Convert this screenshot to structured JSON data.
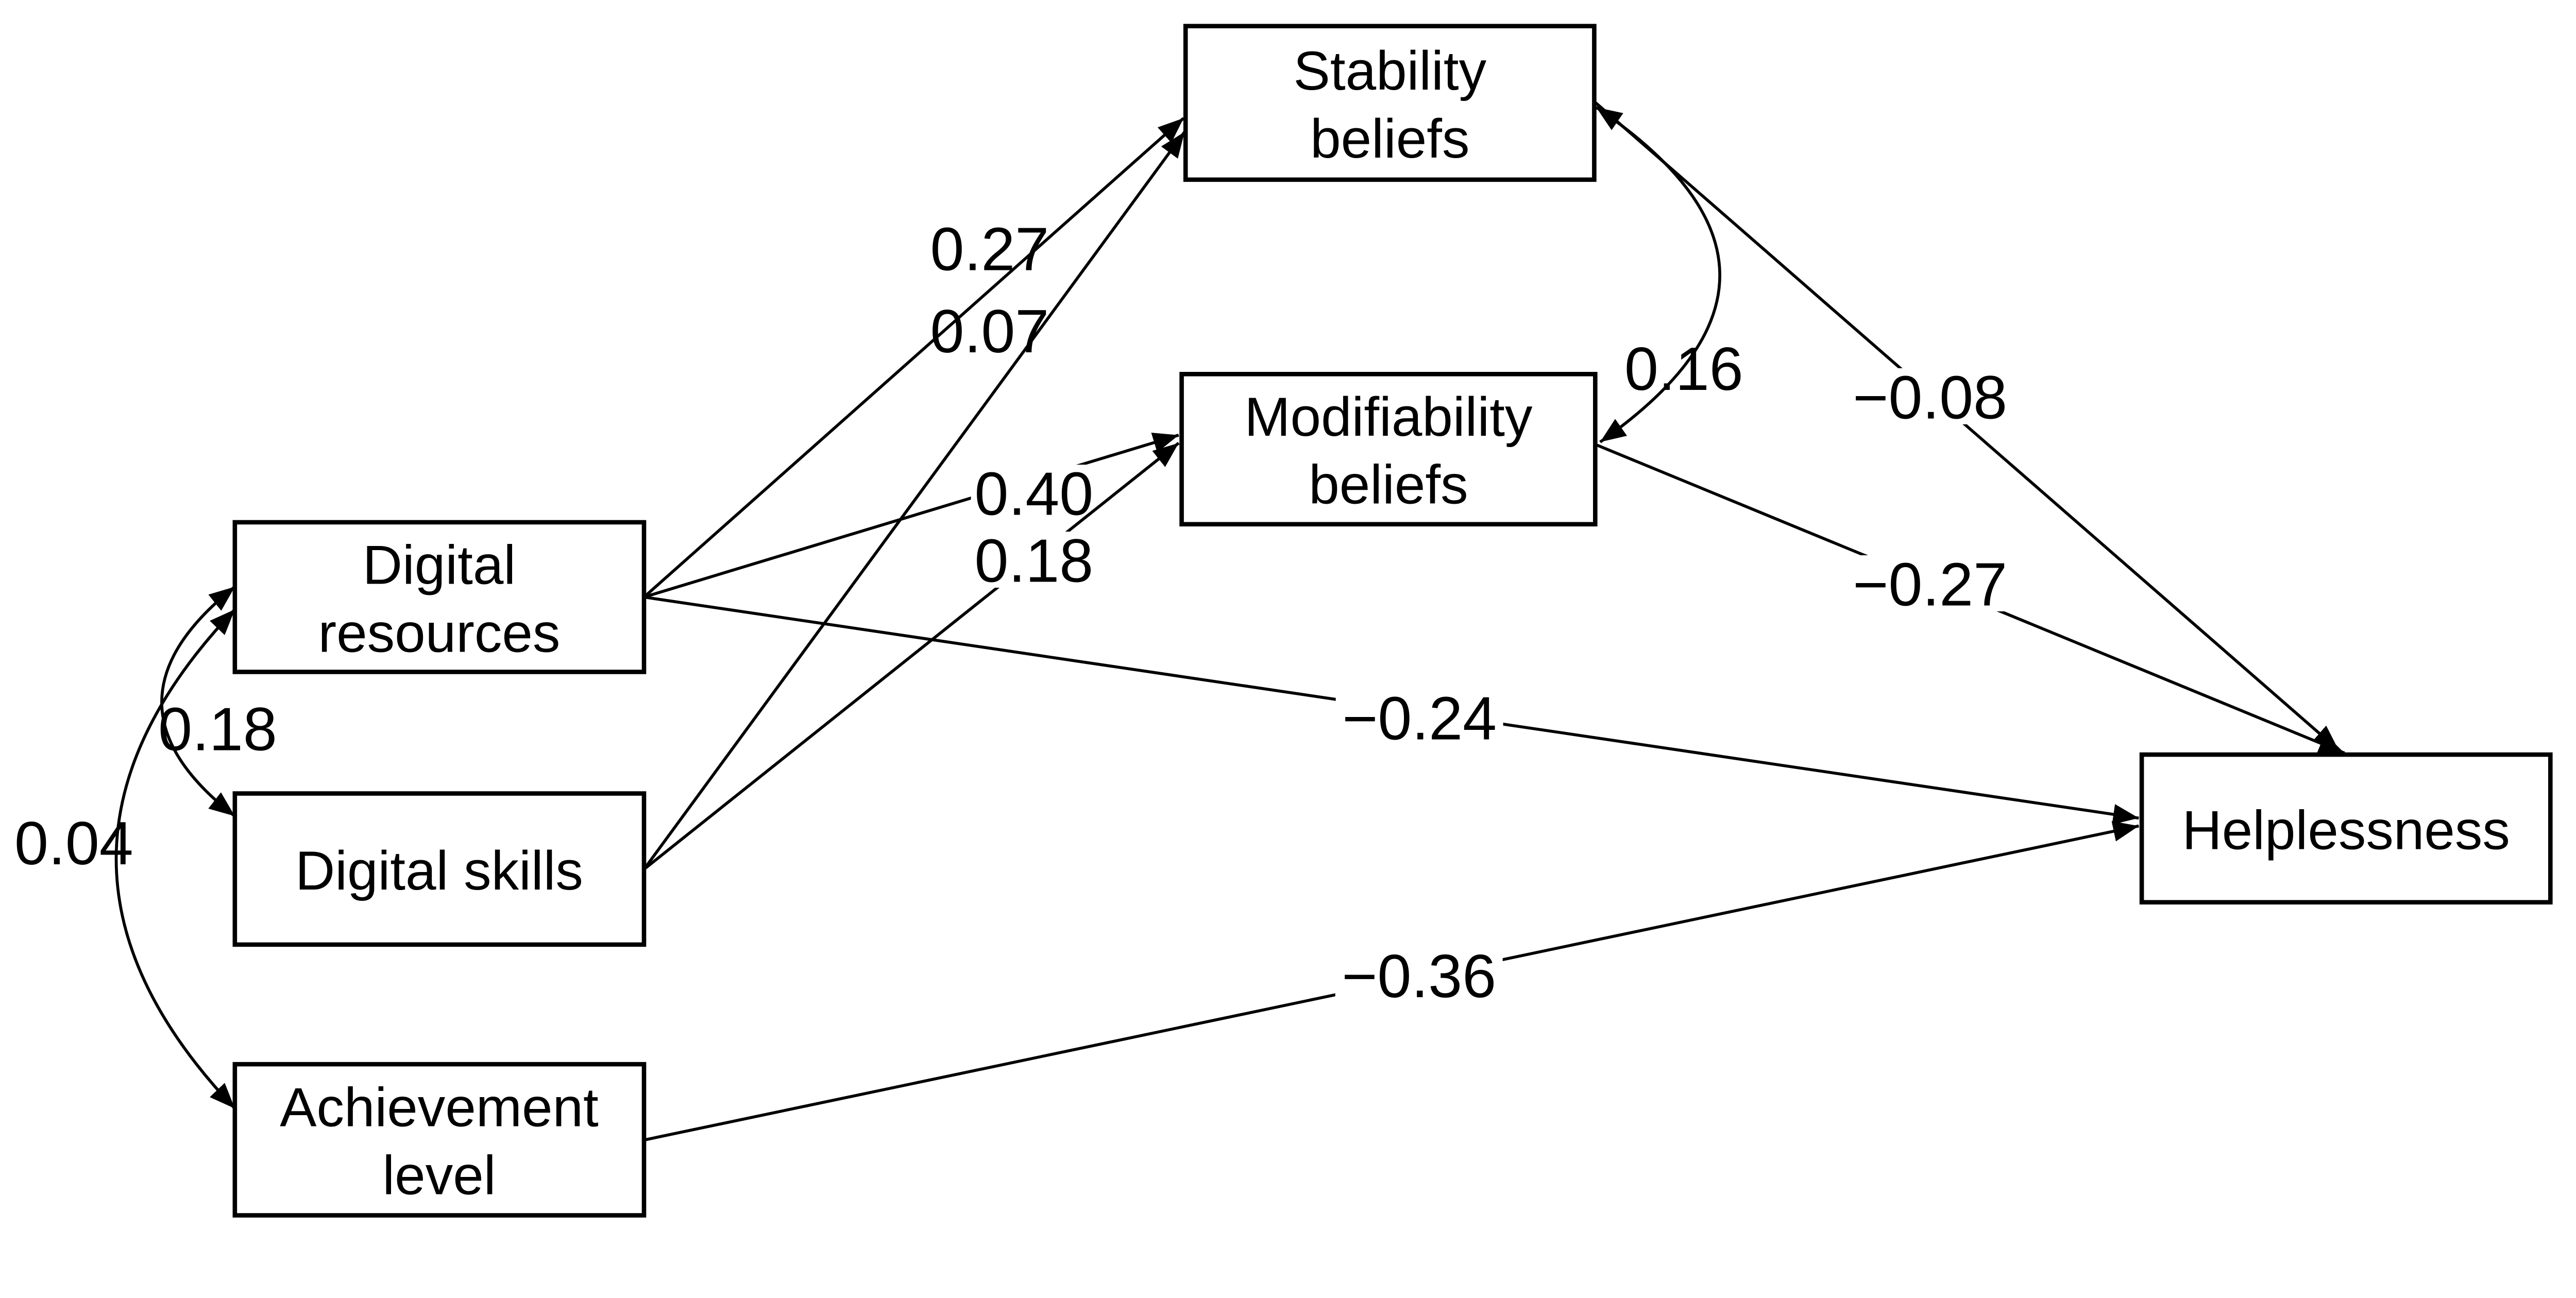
{
  "diagram": {
    "type": "path-model",
    "background_color": "#ffffff",
    "line_color": "#000000",
    "nodes": [
      {
        "id": "stability-beliefs",
        "label1": "Stability",
        "label2": "beliefs"
      },
      {
        "id": "modifiability-beliefs",
        "label1": "Modifiability",
        "label2": "beliefs"
      },
      {
        "id": "digital-resources",
        "label1": "Digital",
        "label2": "resources"
      },
      {
        "id": "digital-skills",
        "label1": "Digital skills",
        "label2": ""
      },
      {
        "id": "achievement-level",
        "label1": "Achievement",
        "label2": "level"
      },
      {
        "id": "helplessness",
        "label1": "Helplessness",
        "label2": ""
      }
    ],
    "paths": [
      {
        "from": "digital-resources",
        "to": "stability-beliefs",
        "coefficient": "0.27",
        "type": "directed"
      },
      {
        "from": "digital-skills",
        "to": "stability-beliefs",
        "coefficient": "0.07",
        "type": "directed"
      },
      {
        "from": "digital-resources",
        "to": "modifiability-beliefs",
        "coefficient": "0.40",
        "type": "directed"
      },
      {
        "from": "digital-skills",
        "to": "modifiability-beliefs",
        "coefficient": "0.18",
        "type": "directed"
      },
      {
        "from": "digital-resources",
        "to": "helplessness",
        "coefficient": "−0.24",
        "type": "directed"
      },
      {
        "from": "achievement-level",
        "to": "helplessness",
        "coefficient": "−0.36",
        "type": "directed"
      },
      {
        "from": "stability-beliefs",
        "to": "helplessness",
        "coefficient": "−0.08",
        "type": "directed"
      },
      {
        "from": "modifiability-beliefs",
        "to": "helplessness",
        "coefficient": "−0.27",
        "type": "directed"
      },
      {
        "from": "stability-beliefs",
        "to": "modifiability-beliefs",
        "coefficient": "0.16",
        "type": "correlation"
      },
      {
        "from": "digital-resources",
        "to": "digital-skills",
        "coefficient": "0.18",
        "type": "correlation"
      },
      {
        "from": "digital-resources",
        "to": "achievement-level",
        "coefficient": "0.04",
        "type": "correlation"
      }
    ]
  }
}
